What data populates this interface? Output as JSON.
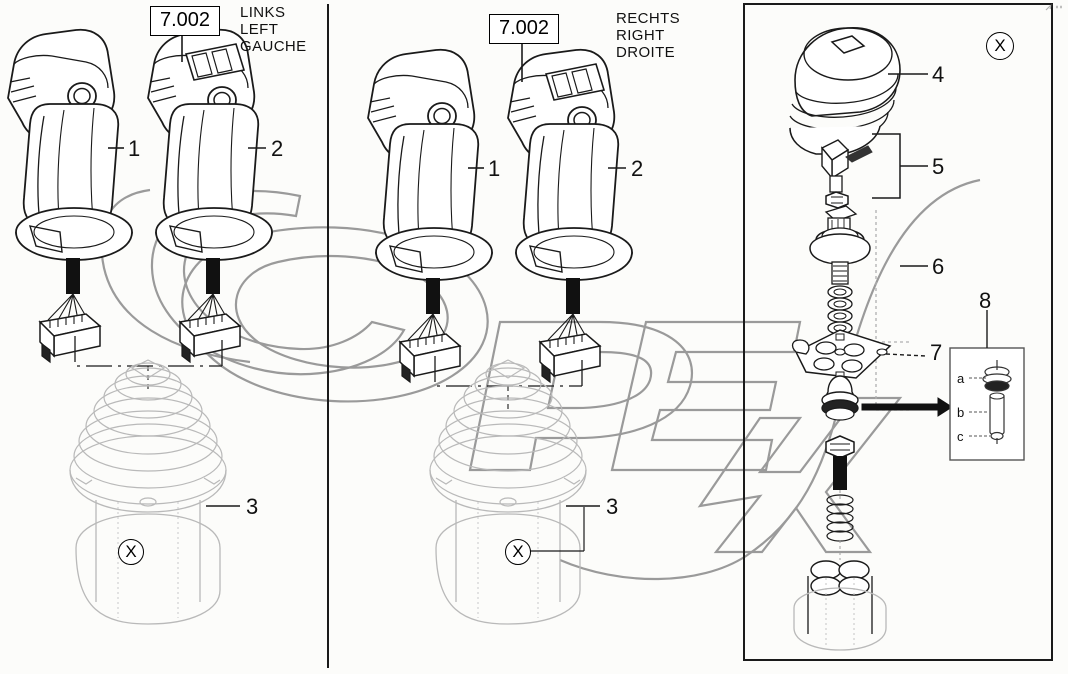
{
  "diagram": {
    "title": "Joystick control lever assembly exploded parts diagram",
    "watermark_text": "OPEX",
    "background_color": "#fcfcfa",
    "line_color": "#1a1a1a",
    "ghost_color": "#b9b9b9",
    "watermark_color": "#8c8c8c"
  },
  "sections": {
    "left": {
      "ref_label": "7.002",
      "lang_de": "LINKS",
      "lang_en": "LEFT",
      "lang_fr": "GAUCHE",
      "callouts": [
        {
          "id": "1",
          "label": "1"
        },
        {
          "id": "2",
          "label": "2"
        },
        {
          "id": "3",
          "label": "3"
        }
      ],
      "marker": "X"
    },
    "right": {
      "ref_label": "7.002",
      "lang_de": "RECHTS",
      "lang_en": "RIGHT",
      "lang_fr": "DROITE",
      "callouts": [
        {
          "id": "1",
          "label": "1"
        },
        {
          "id": "2",
          "label": "2"
        },
        {
          "id": "3",
          "label": "3"
        }
      ],
      "marker": "X"
    },
    "detail_panel": {
      "marker": "X",
      "callouts": [
        {
          "id": "4",
          "label": "4"
        },
        {
          "id": "5",
          "label": "5"
        },
        {
          "id": "6",
          "label": "6"
        },
        {
          "id": "7",
          "label": "7"
        },
        {
          "id": "8",
          "label": "8"
        }
      ],
      "inset": {
        "callout": "8",
        "sub_items": [
          {
            "id": "a",
            "label": "a"
          },
          {
            "id": "b",
            "label": "b"
          },
          {
            "id": "c",
            "label": "c"
          }
        ]
      }
    }
  }
}
